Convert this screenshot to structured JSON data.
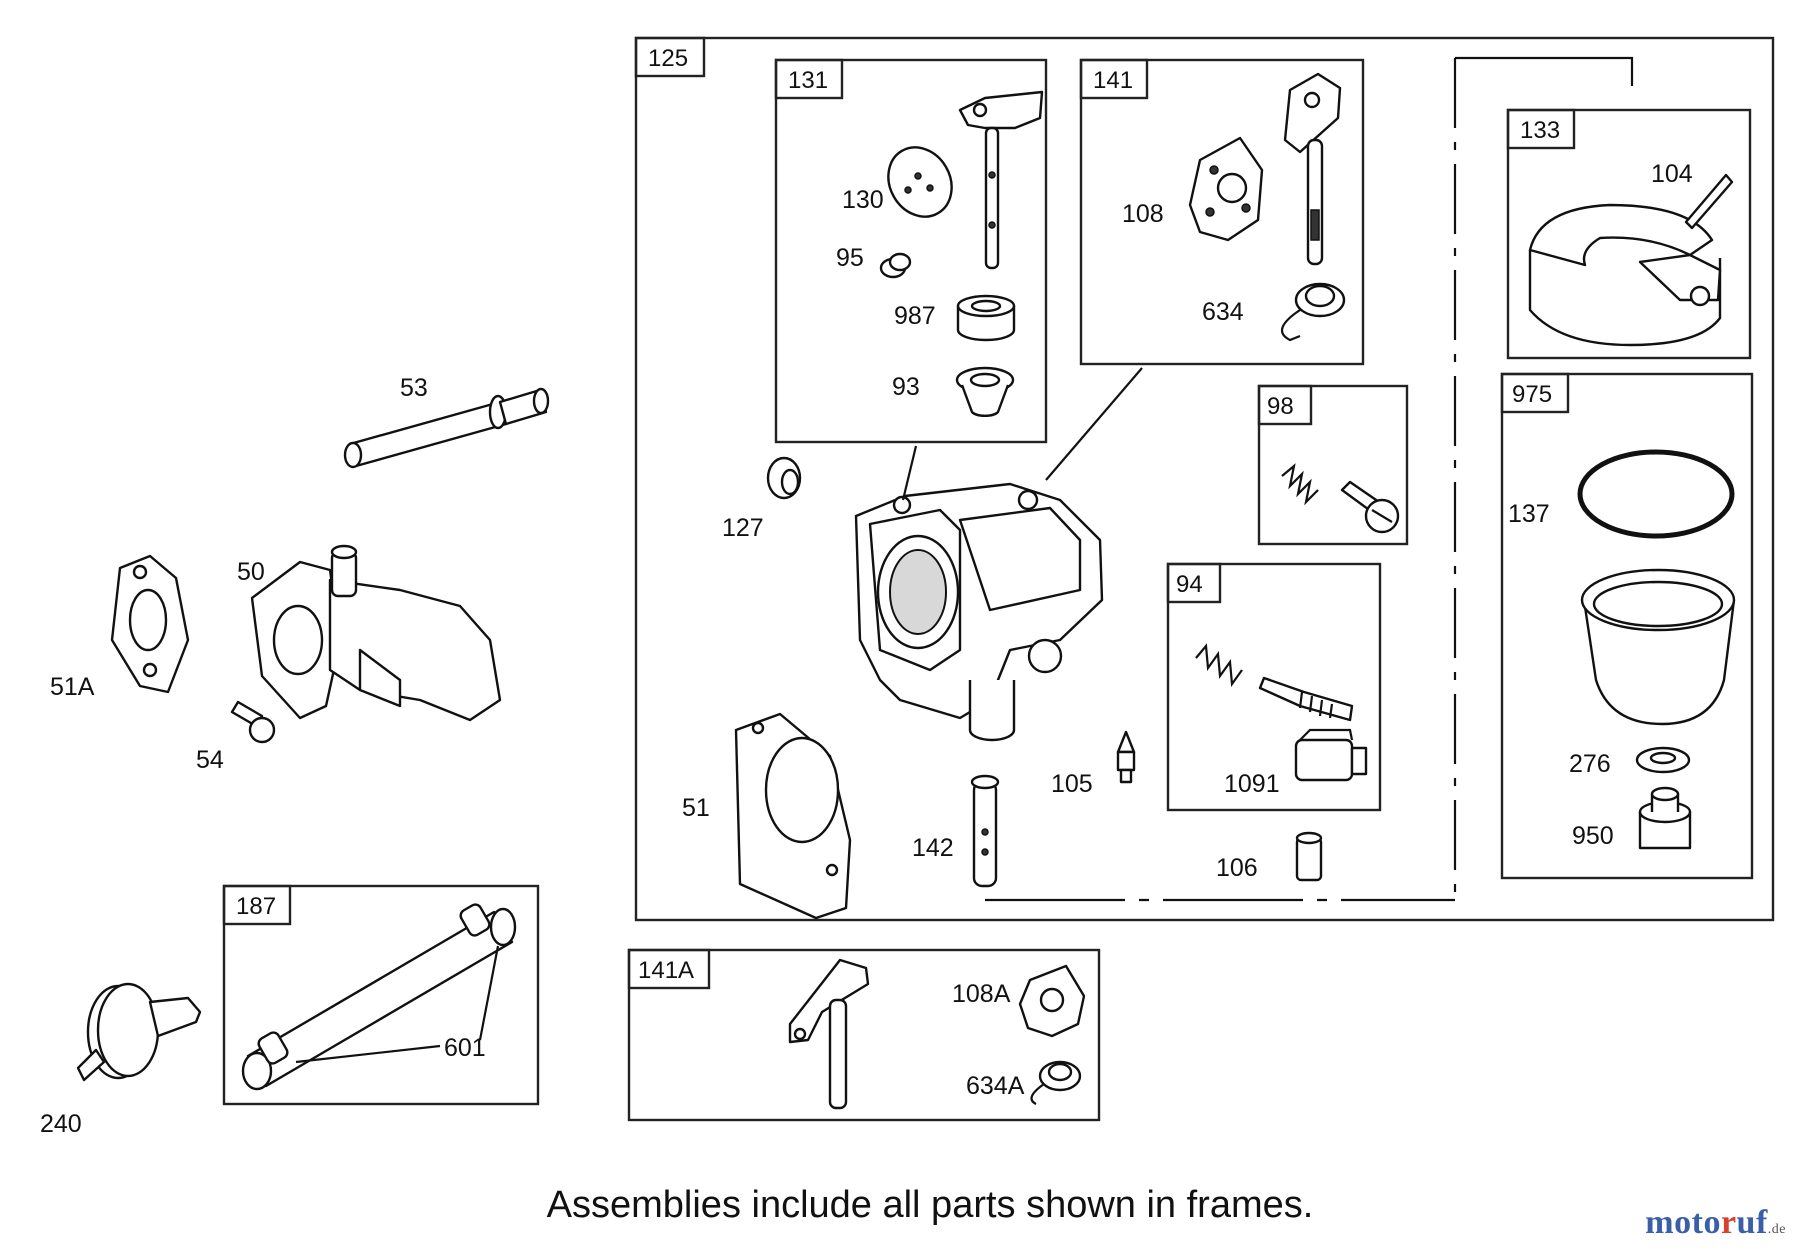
{
  "diagram": {
    "frames": {
      "f125": "125",
      "f131": "131",
      "f141": "141",
      "f133": "133",
      "f98": "98",
      "f94": "94",
      "f975": "975",
      "f187": "187",
      "f141A": "141A"
    },
    "labels": {
      "p53": "53",
      "p50": "50",
      "p51A": "51A",
      "p54": "54",
      "p240": "240",
      "p601": "601",
      "p130": "130",
      "p95": "95",
      "p987": "987",
      "p93": "93",
      "p127": "127",
      "p51": "51",
      "p142": "142",
      "p105": "105",
      "p108": "108",
      "p634": "634",
      "p104": "104",
      "p137": "137",
      "p276": "276",
      "p950": "950",
      "p1091": "1091",
      "p106": "106",
      "p108A": "108A",
      "p634A": "634A"
    }
  },
  "footer": {
    "note": "Assemblies include all parts shown in frames."
  },
  "watermark": {
    "part1": "moto",
    "part2": "r",
    "part3": "uf",
    "tld": ".de"
  }
}
